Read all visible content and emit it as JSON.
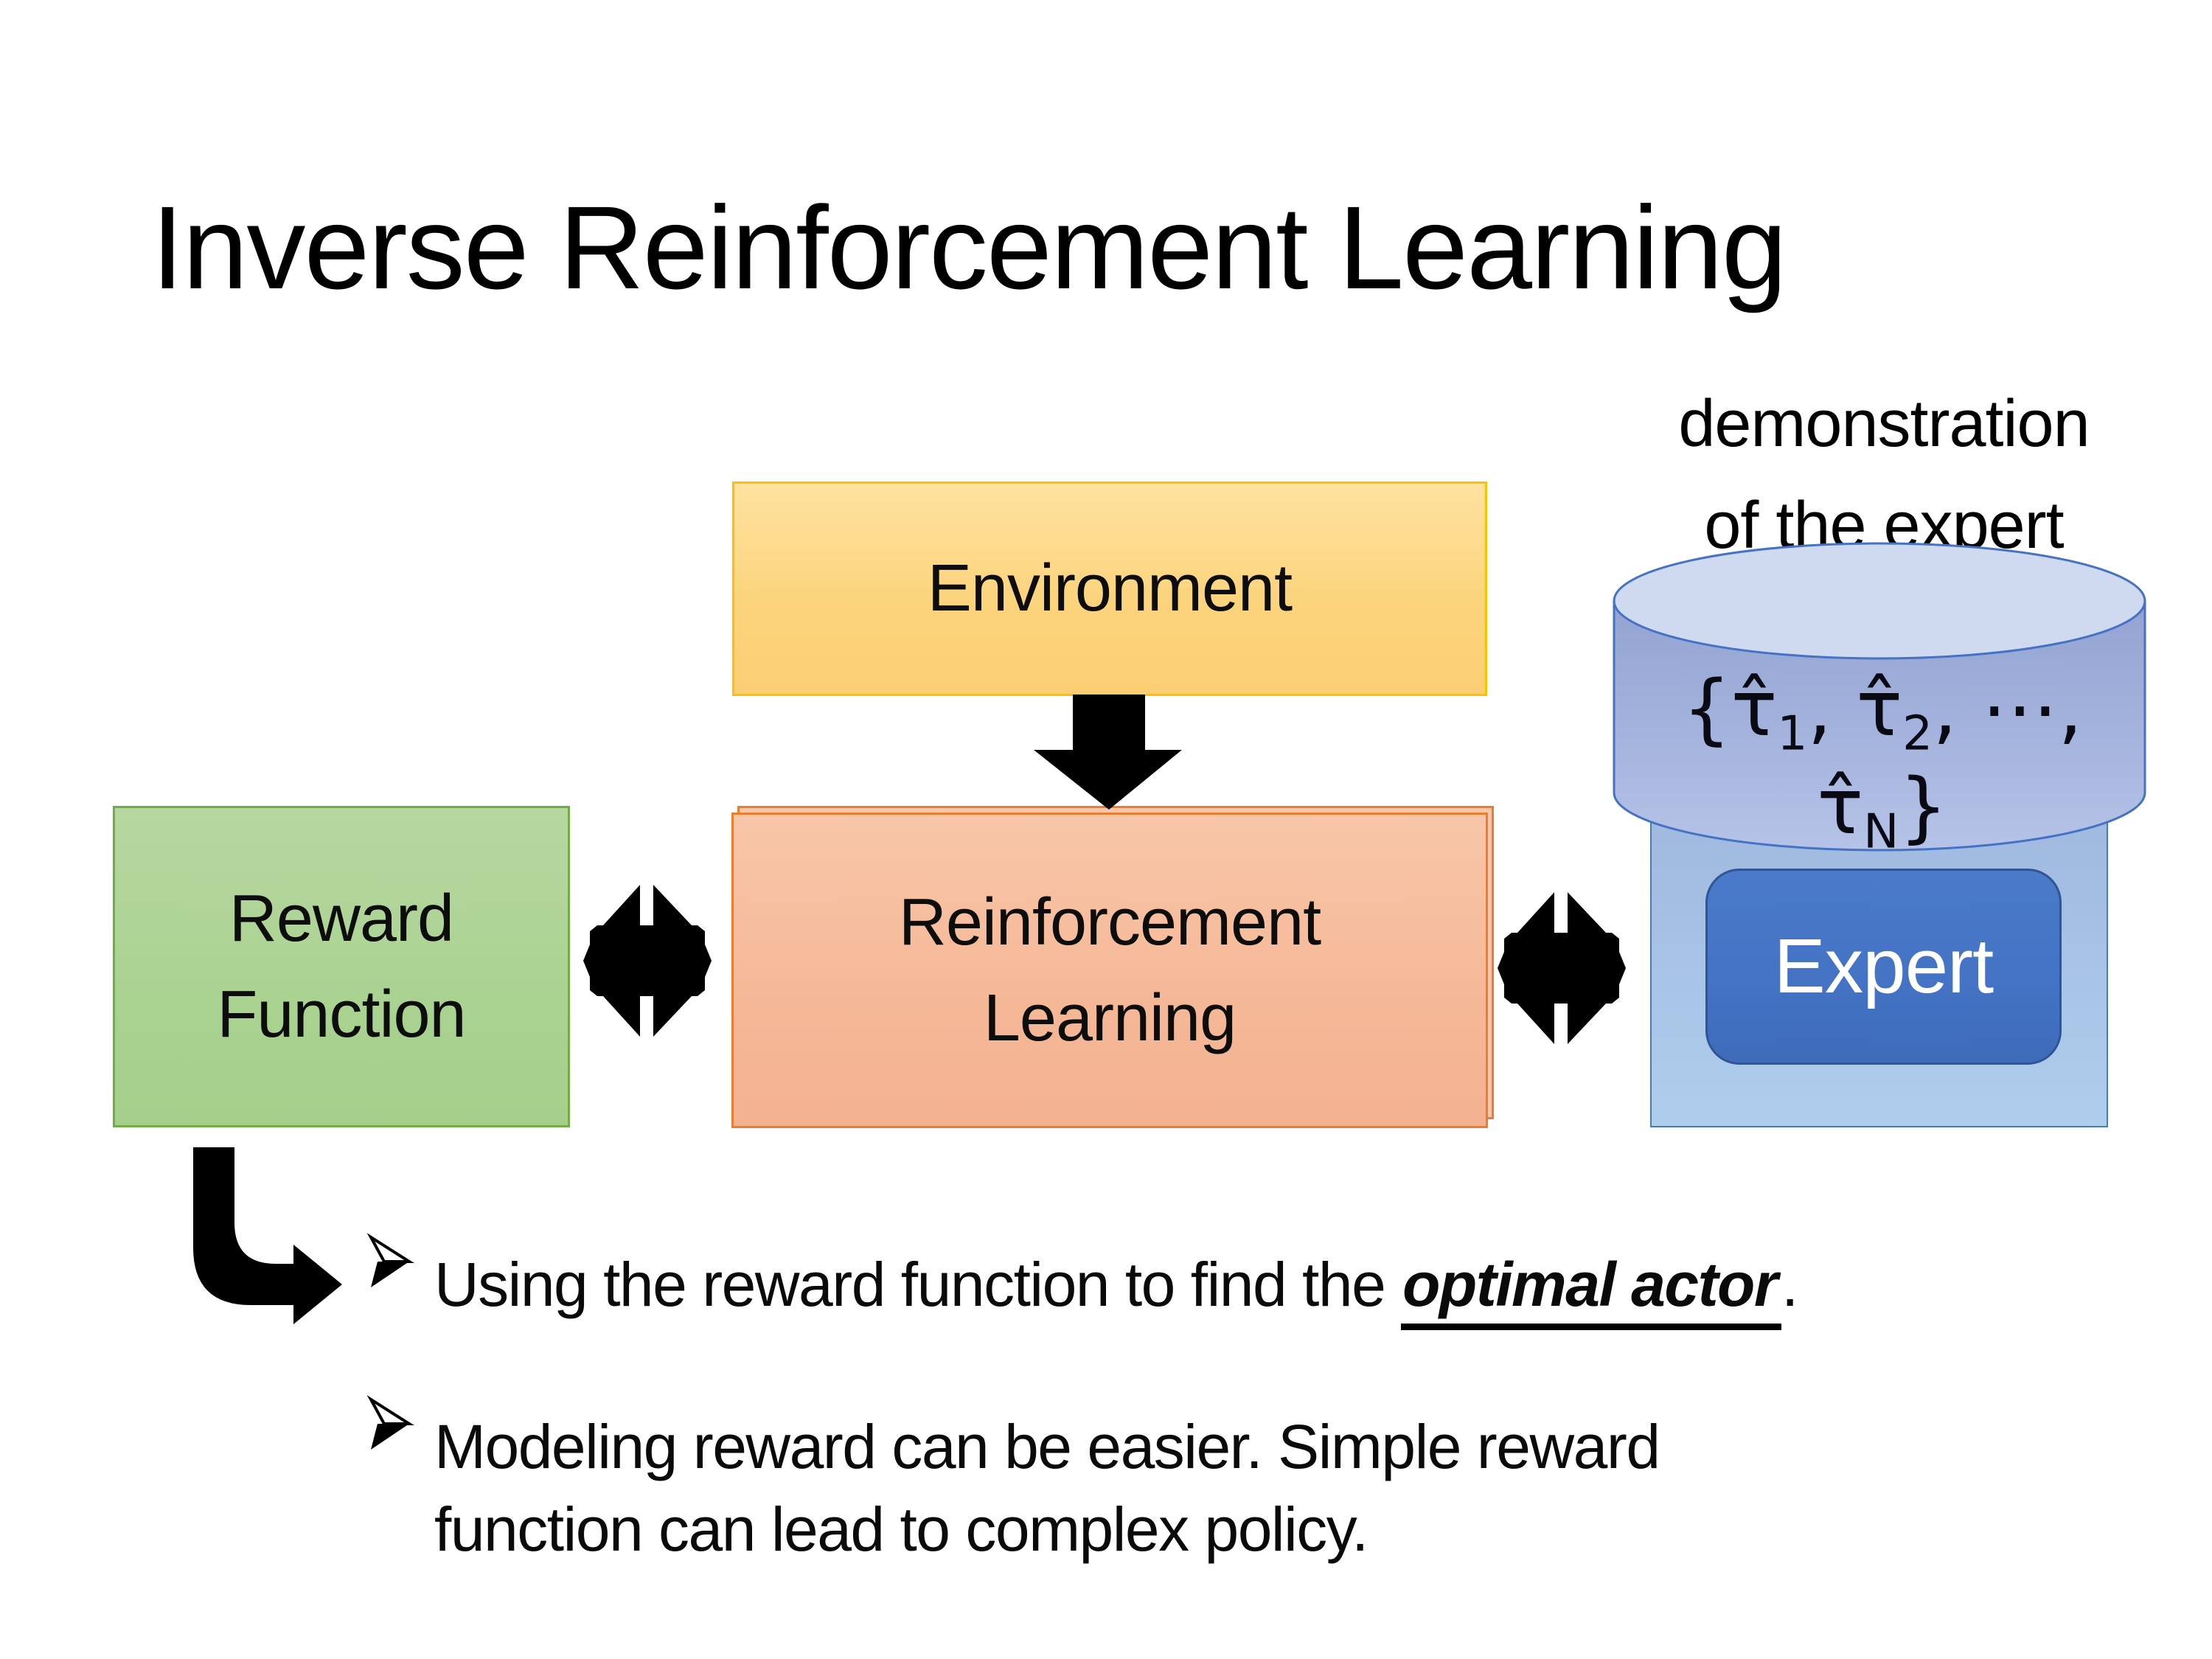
{
  "slide": {
    "title": "Inverse Reinforcement Learning"
  },
  "diagram": {
    "environment": {
      "label": "Environment"
    },
    "reward_function": {
      "line1": "Reward",
      "line2": "Function"
    },
    "reinforcement_learning": {
      "line1": "Reinforcement",
      "line2": "Learning"
    },
    "expert": {
      "label": "Expert"
    },
    "demonstration": {
      "line1": "demonstration",
      "line2": "of the expert"
    },
    "cylinder": {
      "formula": {
        "open": "{",
        "close": "}",
        "separator": ", ",
        "items": [
          {
            "base": "τ̂",
            "sub": "1"
          },
          {
            "base": "τ̂",
            "sub": "2"
          },
          {
            "base": "⋯",
            "sub": ""
          },
          {
            "base": "τ̂",
            "sub": "N"
          }
        ]
      }
    }
  },
  "bullets": {
    "first": {
      "prefix": "Using the reward function to find the ",
      "emphasis": "optimal actor",
      "suffix": "."
    },
    "second": {
      "lines": [
        "Modeling reward can be easier. Simple reward",
        "function can lead to complex policy."
      ]
    }
  },
  "colors": {
    "environment_fill": "#FCD47D",
    "environment_border": "#FFC000",
    "reward_fill": "#A9D18E",
    "reward_border": "#70AD47",
    "rl_fill": "#F4B183",
    "rl_border": "#ED7D31",
    "expert_container_fill": "#A8C4E7",
    "expert_button_fill": "#4472C4",
    "expert_button_border": "#2F5597",
    "cylinder_body_fill": "#9FAEDC",
    "cylinder_top_fill": "#CFD9F0",
    "cylinder_border": "#4472C4",
    "arrow_color": "#000000",
    "text_color": "#0d0d0d",
    "background": "#FFFFFF"
  }
}
